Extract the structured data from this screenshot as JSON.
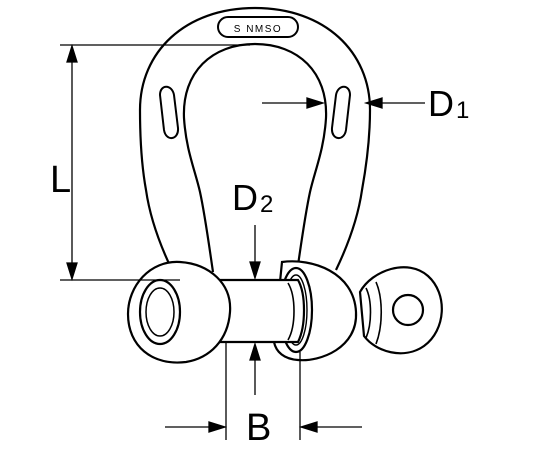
{
  "diagram": {
    "marking": "S NMSO",
    "labels": {
      "length": "L",
      "body_diameter_main": "D",
      "body_diameter_sub": "1",
      "pin_diameter_main": "D",
      "pin_diameter_sub": "2",
      "inner_width": "B"
    }
  },
  "colors": {
    "outline": "#000000",
    "background": "#ffffff"
  }
}
